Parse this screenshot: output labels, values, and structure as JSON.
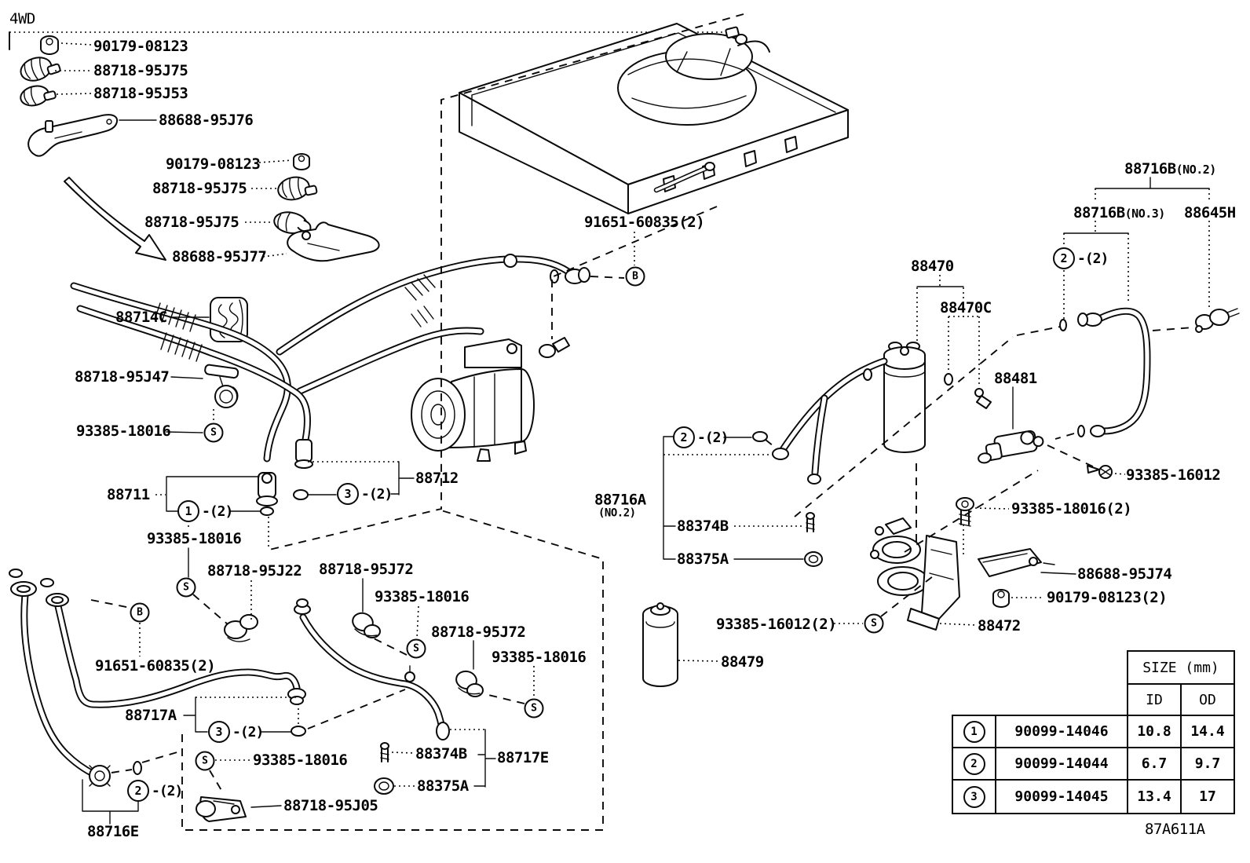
{
  "page": {
    "section_label": "4WD",
    "corner_code": "87A611A"
  },
  "parts": [
    {
      "text": "90179-08123"
    },
    {
      "text": "88718-95J75"
    },
    {
      "text": "88718-95J53"
    },
    {
      "text": "88688-95J76"
    },
    {
      "text": "90179-08123"
    },
    {
      "text": "88718-95J75"
    },
    {
      "text": "88718-95J75"
    },
    {
      "text": "88688-95J77"
    },
    {
      "text": "88714C"
    },
    {
      "text": "88718-95J47"
    },
    {
      "text": "93385-18016"
    },
    {
      "text": "88711"
    },
    {
      "text": "88712"
    },
    {
      "text": "93385-18016"
    },
    {
      "text": "88718-95J22"
    },
    {
      "text": "88718-95J72"
    },
    {
      "text": "93385-18016"
    },
    {
      "text": "88718-95J72"
    },
    {
      "text": "93385-18016"
    },
    {
      "text": "91651-60835(2)"
    },
    {
      "text": "88717A"
    },
    {
      "text": "93385-18016"
    },
    {
      "text": "88718-95J05"
    },
    {
      "text": "88716E"
    },
    {
      "text": "88374B"
    },
    {
      "text": "88717E"
    },
    {
      "text": "88375A"
    },
    {
      "text": "91651-60835(2)"
    },
    {
      "text": "88716B",
      "suffix": "(NO.2)"
    },
    {
      "text": "88716B",
      "suffix": "(NO.3)"
    },
    {
      "text": "88645H"
    },
    {
      "text": "88470"
    },
    {
      "text": "88470C"
    },
    {
      "text": "88481"
    },
    {
      "text": "93385-16012"
    },
    {
      "text": "93385-18016(2)"
    },
    {
      "text": "88688-95J74"
    },
    {
      "text": "90179-08123(2)"
    },
    {
      "text": "88472"
    },
    {
      "text": "93385-16012(2)"
    },
    {
      "text": "88479"
    },
    {
      "text": "88716A",
      "suffix": "(NO.2)"
    },
    {
      "text": "88374B"
    },
    {
      "text": "88375A"
    }
  ],
  "callouts": [
    {
      "num": "1",
      "qty": "-(2)"
    },
    {
      "num": "3",
      "qty": "-(2)"
    },
    {
      "num": "3",
      "qty": "-(2)"
    },
    {
      "num": "2",
      "qty": "-(2)"
    },
    {
      "num": "2",
      "qty": "-(2)"
    },
    {
      "num": "2",
      "qty": "-(2)"
    }
  ],
  "symbols": [
    "S",
    "S",
    "S",
    "S",
    "S",
    "S",
    "B",
    "B"
  ],
  "table": {
    "size_header": "SIZE (mm)",
    "col_id": "ID",
    "col_od": "OD",
    "rows": [
      {
        "num": "1",
        "part": "90099-14046",
        "id": "10.8",
        "od": "14.4"
      },
      {
        "num": "2",
        "part": "90099-14044",
        "id": "6.7",
        "od": "9.7"
      },
      {
        "num": "3",
        "part": "90099-14045",
        "id": "13.4",
        "od": "17"
      }
    ]
  }
}
